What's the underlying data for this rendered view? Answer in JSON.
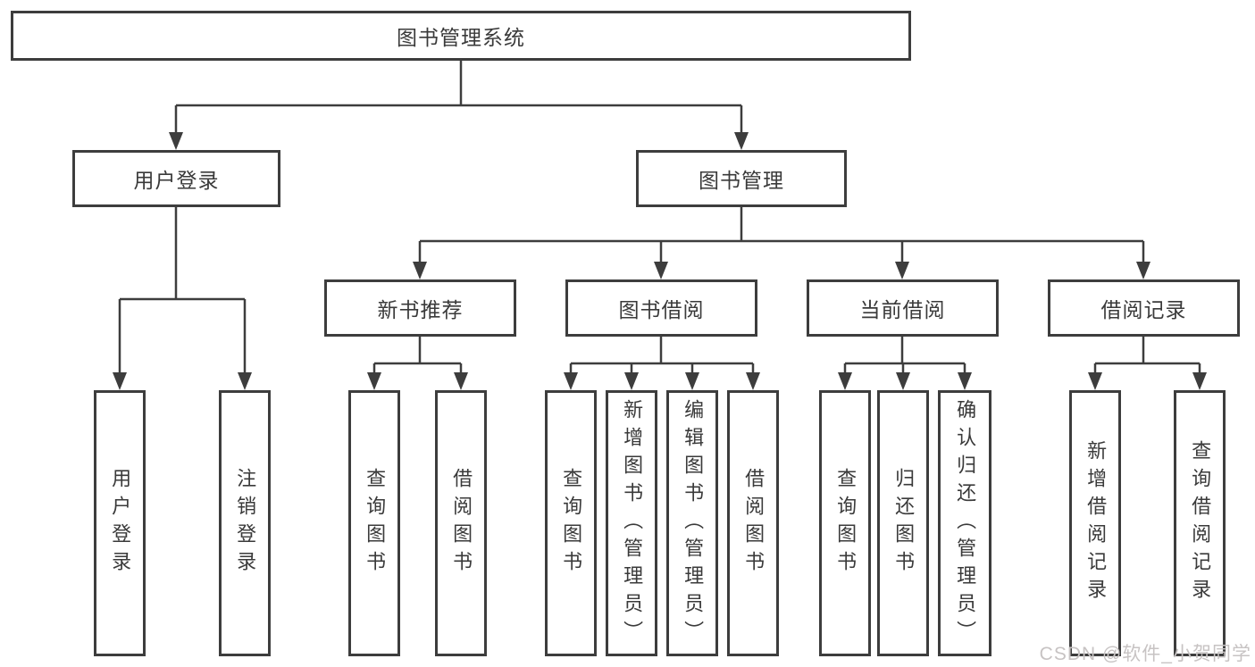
{
  "tree": {
    "label": "图书管理系统",
    "children": [
      {
        "label": "用户登录",
        "children": [
          {
            "label": "用户登录"
          },
          {
            "label": "注销登录"
          }
        ]
      },
      {
        "label": "图书管理",
        "children": [
          {
            "label": "新书推荐",
            "children": [
              {
                "label": "查询图书"
              },
              {
                "label": "借阅图书"
              }
            ]
          },
          {
            "label": "图书借阅",
            "children": [
              {
                "label": "查询图书"
              },
              {
                "label": "新增图书（管理员）"
              },
              {
                "label": "编辑图书（管理员）"
              },
              {
                "label": "借阅图书"
              }
            ]
          },
          {
            "label": "当前借阅",
            "children": [
              {
                "label": "查询图书"
              },
              {
                "label": "归还图书"
              },
              {
                "label": "确认归还（管理员）"
              }
            ]
          },
          {
            "label": "借阅记录",
            "children": [
              {
                "label": "新增借阅记录"
              },
              {
                "label": "查询借阅记录"
              }
            ]
          }
        ]
      }
    ]
  },
  "watermark": {
    "text": "CSDN @软件_小贺同学"
  },
  "colors": {
    "line": "#3d3d3d",
    "box_border": "#3d3d3d",
    "box_bg": "#ffffff",
    "text": "#3a3a3a",
    "watermark": "#c7c3c3",
    "page_bg": "#ffffff"
  }
}
